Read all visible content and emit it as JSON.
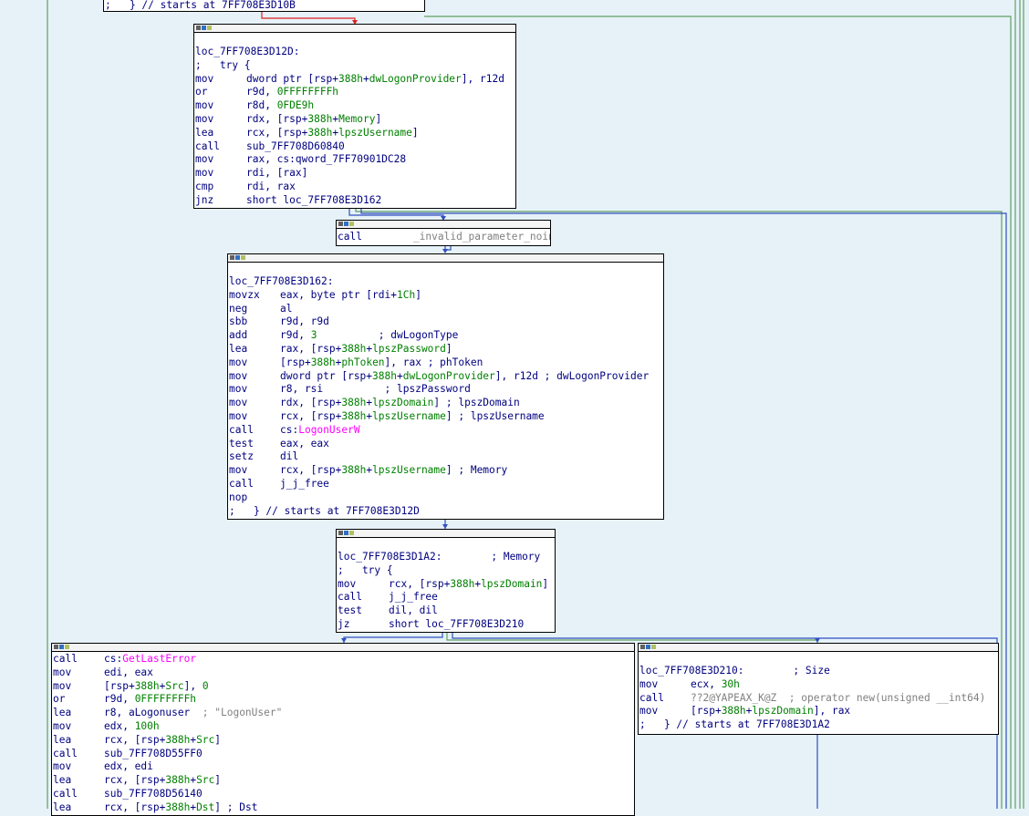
{
  "colors": {
    "background": "#e6f2f8",
    "node_bg": "#ffffff",
    "text": "#000080",
    "var": "#008000",
    "import": "#ff00ff",
    "comment_gray": "#808080",
    "edge_blue": "#3050c0",
    "edge_green": "#60a060",
    "edge_red": "#e02020"
  },
  "nodes": {
    "top": {
      "lines": [
        {
          "c": ";   } // starts at 7FF708E3D10B"
        }
      ]
    },
    "block1": {
      "label": "loc_7FF708E3D12D:",
      "lines": [
        {
          "c": ";   try {"
        },
        {
          "m": "mov",
          "parts": [
            [
              "dword ptr [rsp+",
              ""
            ],
            [
              "388h",
              "g"
            ],
            [
              "+",
              ""
            ],
            [
              "dwLogonProvider",
              "g"
            ],
            [
              "], r12d",
              ""
            ]
          ]
        },
        {
          "m": "or",
          "parts": [
            [
              "r9d, ",
              ""
            ],
            [
              "0FFFFFFFFh",
              "g"
            ]
          ]
        },
        {
          "m": "mov",
          "parts": [
            [
              "r8d, ",
              ""
            ],
            [
              "0FDE9h",
              "g"
            ]
          ]
        },
        {
          "m": "mov",
          "parts": [
            [
              "rdx, [rsp+",
              ""
            ],
            [
              "388h",
              "g"
            ],
            [
              "+",
              ""
            ],
            [
              "Memory",
              "g"
            ],
            [
              "]",
              ""
            ]
          ]
        },
        {
          "m": "lea",
          "parts": [
            [
              "rcx, [rsp+",
              ""
            ],
            [
              "388h",
              "g"
            ],
            [
              "+",
              ""
            ],
            [
              "lpszUsername",
              "g"
            ],
            [
              "]",
              ""
            ]
          ]
        },
        {
          "m": "call",
          "parts": [
            [
              "sub_7FF708D60840",
              ""
            ]
          ]
        },
        {
          "m": "mov",
          "parts": [
            [
              "rax, cs:qword_7FF70901DC28",
              ""
            ]
          ]
        },
        {
          "m": "mov",
          "parts": [
            [
              "rdi, [rax]",
              ""
            ]
          ]
        },
        {
          "m": "cmp",
          "parts": [
            [
              "rdi, rax",
              ""
            ]
          ]
        },
        {
          "m": "jnz",
          "parts": [
            [
              "short loc_7FF708E3D162",
              ""
            ]
          ]
        }
      ]
    },
    "block2": {
      "lines": [
        {
          "m": "call",
          "parts": [
            [
              "    _invalid_parameter_noinfo",
              "gr"
            ]
          ]
        }
      ]
    },
    "block3": {
      "label": "loc_7FF708E3D162:",
      "lines": [
        {
          "m": "movzx",
          "parts": [
            [
              "eax, byte ptr [rdi+",
              ""
            ],
            [
              "1Ch",
              "g"
            ],
            [
              "]",
              ""
            ]
          ]
        },
        {
          "m": "neg",
          "parts": [
            [
              "al",
              ""
            ]
          ]
        },
        {
          "m": "sbb",
          "parts": [
            [
              "r9d, r9d",
              ""
            ]
          ]
        },
        {
          "m": "add",
          "parts": [
            [
              "r9d, ",
              ""
            ],
            [
              "3",
              "g"
            ],
            [
              "          ; dwLogonType",
              ""
            ]
          ]
        },
        {
          "m": "lea",
          "parts": [
            [
              "rax, [rsp+",
              ""
            ],
            [
              "388h",
              "g"
            ],
            [
              "+",
              ""
            ],
            [
              "lpszPassword",
              "g"
            ],
            [
              "]",
              ""
            ]
          ]
        },
        {
          "m": "mov",
          "parts": [
            [
              "[rsp+",
              ""
            ],
            [
              "388h",
              "g"
            ],
            [
              "+",
              ""
            ],
            [
              "phToken",
              "g"
            ],
            [
              "], rax ; phToken",
              ""
            ]
          ]
        },
        {
          "m": "mov",
          "parts": [
            [
              "dword ptr [rsp+",
              ""
            ],
            [
              "388h",
              "g"
            ],
            [
              "+",
              ""
            ],
            [
              "dwLogonProvider",
              "g"
            ],
            [
              "], r12d ; dwLogonProvider",
              ""
            ]
          ]
        },
        {
          "m": "mov",
          "parts": [
            [
              "r8, rsi          ; lpszPassword",
              ""
            ]
          ]
        },
        {
          "m": "mov",
          "parts": [
            [
              "rdx, [rsp+",
              ""
            ],
            [
              "388h",
              "g"
            ],
            [
              "+",
              ""
            ],
            [
              "lpszDomain",
              "g"
            ],
            [
              "] ; lpszDomain",
              ""
            ]
          ]
        },
        {
          "m": "mov",
          "parts": [
            [
              "rcx, [rsp+",
              ""
            ],
            [
              "388h",
              "g"
            ],
            [
              "+",
              ""
            ],
            [
              "lpszUsername",
              "g"
            ],
            [
              "] ; lpszUsername",
              ""
            ]
          ]
        },
        {
          "m": "call",
          "parts": [
            [
              "cs:",
              ""
            ],
            [
              "LogonUserW",
              "m"
            ]
          ]
        },
        {
          "m": "test",
          "parts": [
            [
              "eax, eax",
              ""
            ]
          ]
        },
        {
          "m": "setz",
          "parts": [
            [
              "dil",
              ""
            ]
          ]
        },
        {
          "m": "mov",
          "parts": [
            [
              "rcx, [rsp+",
              ""
            ],
            [
              "388h",
              "g"
            ],
            [
              "+",
              ""
            ],
            [
              "lpszUsername",
              "g"
            ],
            [
              "] ; Memory",
              ""
            ]
          ]
        },
        {
          "m": "call",
          "parts": [
            [
              "j_j_free",
              ""
            ]
          ]
        },
        {
          "m": "nop",
          "parts": []
        },
        {
          "c": ";   } // starts at 7FF708E3D12D"
        }
      ]
    },
    "block4": {
      "label": "loc_7FF708E3D1A2:        ; Memory",
      "lines": [
        {
          "c": ";   try {"
        },
        {
          "m": "mov",
          "parts": [
            [
              "rcx, [rsp+",
              ""
            ],
            [
              "388h",
              "g"
            ],
            [
              "+",
              ""
            ],
            [
              "lpszDomain",
              "g"
            ],
            [
              "]",
              ""
            ]
          ]
        },
        {
          "m": "call",
          "parts": [
            [
              "j_j_free",
              ""
            ]
          ]
        },
        {
          "m": "test",
          "parts": [
            [
              "dil, dil",
              ""
            ]
          ]
        },
        {
          "m": "jz",
          "parts": [
            [
              "short loc_7FF708E3D210",
              ""
            ]
          ]
        }
      ]
    },
    "block5": {
      "lines": [
        {
          "m": "call",
          "parts": [
            [
              "cs:",
              ""
            ],
            [
              "GetLastError",
              "m"
            ]
          ]
        },
        {
          "m": "mov",
          "parts": [
            [
              "edi, eax",
              ""
            ]
          ]
        },
        {
          "m": "mov",
          "parts": [
            [
              "[rsp+",
              ""
            ],
            [
              "388h",
              "g"
            ],
            [
              "+",
              ""
            ],
            [
              "Src",
              "g"
            ],
            [
              "], ",
              ""
            ],
            [
              "0",
              "g"
            ]
          ]
        },
        {
          "m": "or",
          "parts": [
            [
              "r9d, ",
              ""
            ],
            [
              "0FFFFFFFFh",
              "g"
            ]
          ]
        },
        {
          "m": "lea",
          "parts": [
            [
              "r8, aLogonuser  ",
              ""
            ],
            [
              "; \"LogonUser\"",
              "gr"
            ]
          ]
        },
        {
          "m": "mov",
          "parts": [
            [
              "edx, ",
              ""
            ],
            [
              "100h",
              "g"
            ]
          ]
        },
        {
          "m": "lea",
          "parts": [
            [
              "rcx, [rsp+",
              ""
            ],
            [
              "388h",
              "g"
            ],
            [
              "+",
              ""
            ],
            [
              "Src",
              "g"
            ],
            [
              "]",
              ""
            ]
          ]
        },
        {
          "m": "call",
          "parts": [
            [
              "sub_7FF708D55FF0",
              ""
            ]
          ]
        },
        {
          "m": "mov",
          "parts": [
            [
              "edx, edi",
              ""
            ]
          ]
        },
        {
          "m": "lea",
          "parts": [
            [
              "rcx, [rsp+",
              ""
            ],
            [
              "388h",
              "g"
            ],
            [
              "+",
              ""
            ],
            [
              "Src",
              "g"
            ],
            [
              "]",
              ""
            ]
          ]
        },
        {
          "m": "call",
          "parts": [
            [
              "sub_7FF708D56140",
              ""
            ]
          ]
        },
        {
          "m": "lea",
          "parts": [
            [
              "rcx, [rsp+",
              ""
            ],
            [
              "388h",
              "g"
            ],
            [
              "+",
              ""
            ],
            [
              "Dst",
              "g"
            ],
            [
              "] ; Dst",
              ""
            ]
          ]
        }
      ]
    },
    "block6": {
      "label": "loc_7FF708E3D210:        ; Size",
      "lines": [
        {
          "m": "mov",
          "parts": [
            [
              "ecx, ",
              ""
            ],
            [
              "30h",
              "g"
            ]
          ]
        },
        {
          "m": "call",
          "parts": [
            [
              "??2@YAPEAX_K@Z",
              "gr"
            ],
            [
              "  ; operator new(unsigned __int64)",
              "gr"
            ]
          ]
        },
        {
          "m": "mov",
          "parts": [
            [
              "[rsp+",
              ""
            ],
            [
              "388h",
              "g"
            ],
            [
              "+",
              ""
            ],
            [
              "lpszDomain",
              "g"
            ],
            [
              "], rax",
              ""
            ]
          ]
        },
        {
          "c": ";   } // starts at 7FF708E3D1A2"
        }
      ]
    }
  }
}
